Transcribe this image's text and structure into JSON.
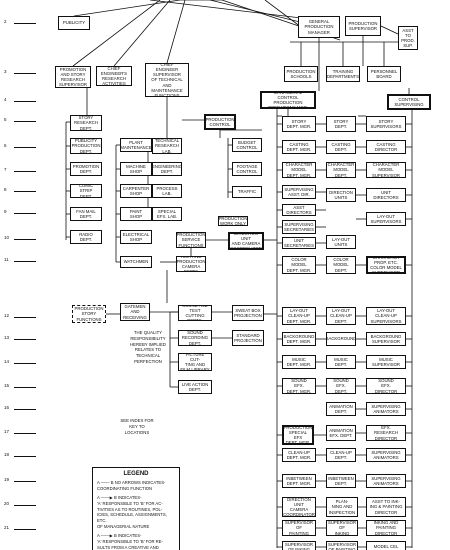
{
  "row_numbers": [
    "2",
    "3",
    "4",
    "5",
    "6",
    "7",
    "8",
    "9",
    "10",
    "11",
    "12",
    "13",
    "14",
    "15",
    "16",
    "17",
    "18",
    "19",
    "20",
    "21"
  ],
  "nodes": {
    "publicity": "PUBLICITY",
    "gpm": "GENERAL\nPRODUCTION\nMANAGER",
    "prod_sup": "PRODUCTION\nSUPERVISOR",
    "asst_prod_sup": "ASST TO\nPROD.\nSUP.",
    "promotion_story": "PROMOTION\nAND STORY\nRESEARCH\nSUPERVISOR",
    "chief_eng": "CHIEF\nENGINEER'S\nRESEARCH\nACTIVITIES",
    "chief_eng_sup": "CHIEF\nENGINEER\nSUPERVISOR\nOF TECHNICAL\nAND\nMAINTENANCE\nFUNCTIONS",
    "prod_schools": "PRODUCTION\nSCHOOLS",
    "training": "TRAINING\nDEPARTMENTS",
    "personnel": "PERSONNEL\nBOARD",
    "managerial_ctrl": "MANAGERIAL\nCONTROL\nPRODUCTION\nOPERATIONS MGR.",
    "creative_ctrl": "CREATIVE\nCONTROL\nSUPERVISING\nDIRECTORS",
    "story_research": "STORY\nRESEARCH\nDEPT.",
    "prod_control": "PRODUCTION\nCONTROL",
    "publicity_prod": "PUBLICITY\nPRODUCTION\nDEPT.",
    "promotion_dept": "PROMOTION\nDEPT.",
    "comic_strip": "COMIC STRIP\nDEPT.",
    "fan_mail": "FAN MAIL\nDEPT.",
    "radio": "RADIO\nDEPT.",
    "plant_maint": "PLANT\nMAINTENANCE",
    "machine_shop": "MACHINE\nSHOP",
    "carpenter_shop": "CARPENTER\nSHOP",
    "paint_shop": "PAINT\nSHOP",
    "electrical_shop": "ELECTRICAL\nSHOP",
    "watchmen": "WATCHMEN",
    "tech_research": "TECHNICAL\nRESEARCH\nLAB.",
    "engineering": "ENGINEERING\nDEPT.",
    "process_lab": "PROCESS\nLAB.",
    "special_efx": "SPECIAL\nEFX. LAB.",
    "prod_service": "PRODUCTION\nSERVICE\nFUNCTIONS",
    "test_prod_camera": "TEST AND\nPRODUCTION\nCAMERA DEPTS",
    "budget_ctrl": "BUDGET\nCONTROL",
    "footage_ctrl": "FOOTAGE\nCONTROL",
    "traffic": "TRAFFIC",
    "direction_unit_camera": "DIRECTION UNIT\nAND CAMERA\nCOORDINATOR",
    "prod_work_only": "PRODUCTION\nWORK ONLY",
    "prod_story_functions": "PRODUCTION\nSTORY\nFUNCTIONS",
    "gatemen": "GATEMEN\nAND\nRECEIVING",
    "quality_note": "THE QUALITY\nRESPONSIBILITY\nHEREBY IMPLIED\nRELATES TO\nTECHNICAL\nPERFECTION",
    "sound_test": "SOUND AND\nTEST CUTTING\nDEPTS.",
    "sound_recording": "SOUND\nRECORDING\nDEPT.",
    "picture_cutting": "PICTURE CUT-\nTING AND\nFILM LIBRARY",
    "live_action": "LIVE ACTION\nDEPT.",
    "sweat_box": "SWEAT BOX\nPROJECTION",
    "standard_proj": "STANDARD\nPROJECTION",
    "see_index": "SEE INDEX FOR\nKEY TO\nLOCATIONS",
    "c1_story_mgr": "STORY\nDEPT. MGR.",
    "c1_casting_mgr": "CASTING\nDEPT. MGR.",
    "c1_char_model_mgr": "CHARACTER\nMODEL\nDEPT. MGR.",
    "c1_sup_asst_dir": "SUPERVISING\nASST. DIR.",
    "c1_asst_directors": "ASST\nDIRECTORS",
    "c1_sup_secretaries": "SUPERVISING\nSECRETARIES",
    "c1_unit_secretaries": "UNIT\nSECRETARIES",
    "c1_color_model_mgr": "COLOR\nMODEL\nDEPT. MGR.",
    "c1_layout_cleanup_mgr": "LAY-OUT\nCLEAN-UP\nDEPT. MGR.",
    "c1_background_mgr": "BACKGROUND\nDEPT. MGR.",
    "c1_music_mgr": "MUSIC\nDEPT. MGR.",
    "c1_sound_efx_mgr": "SOUND\nEFX.\nDEPT. MGR.",
    "c1_anim_efx_mgr": "PRODUCTION\nSPECIAL\nEFX\nDEPT. MGR.",
    "c1_cleanup_mgr": "CLEAN-UP\nDEPT. MGR.",
    "c1_inbetween_mgr": "INBETWEEN\nDEPT. MGR.",
    "c1_direction_unit_cam": "DIRECTION\nUNIT\nCAMERA\nCOORDINATOR",
    "c1_sup_painting": "SUPERVISOR\nOF\nPAINTING",
    "c1_sup_inking": "SUPERVISOR\nOF INKING",
    "c2_story": "STORY\nDEPT.",
    "c2_casting": "CASTING\nDEPT.",
    "c2_char_model": "CHARACTER\nMODEL\nDEPT.",
    "c2_direction_units": "DIRECTION\nUNITS",
    "c2_layout_units": "LAY-OUT\nUNITS",
    "c2_color_model": "COLOR\nMODEL\nDEPT.",
    "c2_layout_cleanup": "LAY-OUT\nCLEAN-UP\nDEPT.",
    "c2_background": "BACKGROUND",
    "c2_music": "MUSIC\nDEPT.",
    "c2_sound_efx": "SOUND\nEFX.\nDEPT.",
    "c2_animation": "ANIMATION\nDEPT.",
    "c2_anim_efx": "ANIMATION\nEFX. DEPT.",
    "c2_cleanup": "CLEAN-UP\nDEPT.",
    "c2_inbetween": "INBETWEEN\nDEPT.",
    "c2_scene_plan": "SCENE PLAN-\nNING AND\nINSPECTION\nDEPT.",
    "c2_sup_inking2": "SUPERVISOR\nOF\nINKING",
    "c2_sup_painting2": "SUPERVISOR\nOF PAINTING",
    "c3_story_sup": "STORY\nSUPERVISORS",
    "c3_casting_dir": "CASTING\nDIRECTOR",
    "c3_char_model_sup": "CHARACTER\nMODEL\nSUPERVISOR",
    "c3_unit_directors": "UNIT\nDIRECTORS",
    "c3_layout_sup": "LAY-OUT\nSUPERVISORS",
    "c3_char_prop_color": "CHARACTER\nPROP. ETC.\nCOLOR MODEL\nSUPERVISOR",
    "c3_layout_cleanup_sup": "LAY-OUT\nCLEAN-UP\nSUPERVISORS",
    "c3_background_sup": "BACKGROUND\nSUPERVISOR",
    "c3_music_sup": "MUSIC\nSUPERVISOR",
    "c3_sound_efx_dir": "SOUND\nEFX.\nDIRECTOR",
    "c3_sup_animators": "SUPERVISING\nANIMATORS",
    "c3_efx_research": "EFX.\nRESEARCH\nDIRECTOR",
    "c3_sup_animators2": "SUPERVISING\nANIMATORS",
    "c3_sup_animators3": "SUPERVISING\nANIMATORS",
    "c3_asst_inking": "ASST TO INK-\nING & PAINTING\nDIRECTOR",
    "c3_inking_painting": "INKING AND\nPAINTING\nDIRECTOR",
    "c3_model_cel": "MODEL CEL"
  },
  "legend": {
    "title": "LEGEND",
    "item1": "A ─── B  NO ARROWS INDICATES-\nCOORDINATING FUNCTION",
    "item2": "A ───▶ B  INDICATES-\n'A' RESPONSIBLE TO 'B' FOR AC-\nTIVITIES AS TO ROUTINES, POL-\nICIES, SCHEDULE, ASSIGNMENTS, ETC.\nOF MANAGERIAL NATURE",
    "item3": "A ───▶ B  INDICATES-\n'A' RESPONSIBLE TO 'B' FOR RE-\nSULTS FROM A CREATIVE AND"
  }
}
